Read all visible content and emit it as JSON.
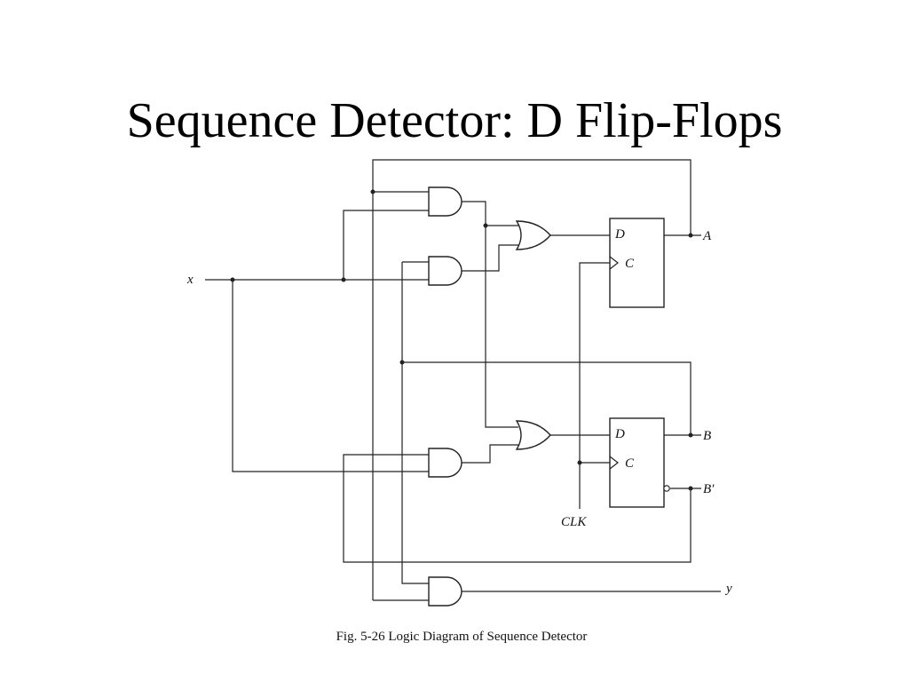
{
  "slide": {
    "title": "Sequence Detector: D Flip-Flops",
    "caption": "Fig. 5-26  Logic Diagram of Sequence Detector"
  },
  "diagram": {
    "input_x": "x",
    "output_a": "A",
    "output_b": "B",
    "output_b_not": "B′",
    "output_y": "y",
    "clock": "CLK",
    "ff_a": {
      "d": "D",
      "c": "C"
    },
    "ff_b": {
      "d": "D",
      "c": "C"
    }
  }
}
